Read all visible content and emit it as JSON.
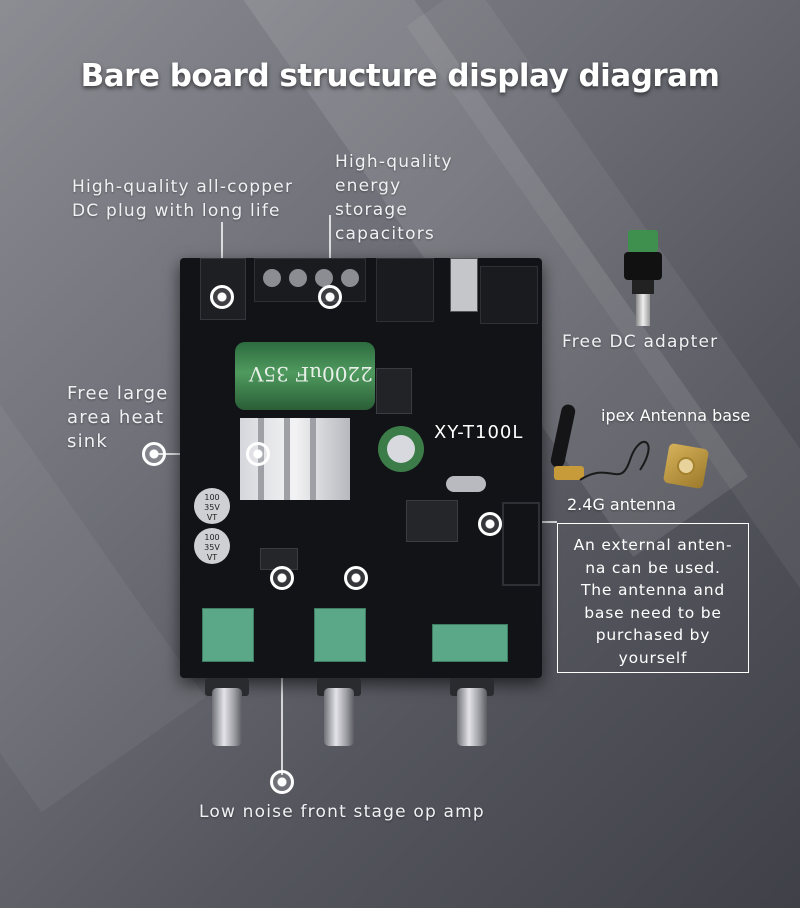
{
  "title": "Bare board structure display diagram",
  "labels": {
    "dc_plug": "High-quality all-copper\nDC plug with long life",
    "capacitors": "High-quality\nenergy\nstorage\ncapacitors",
    "heat_sink": "Free large\narea heat\nsink",
    "dc_adapter": "Free DC adapter",
    "ipex_base": "ipex Antenna base",
    "antenna": "2.4G antenna",
    "op_amp": "Low noise front stage op amp"
  },
  "infobox": "An external anten-\nna can be used.\nThe antenna and\nbase need to be\npurchased by\nyourself",
  "board_text": {
    "model": "XY-T100L",
    "cap_big": "2200uF 35V",
    "cap_small_1": "100\n35V\nVT",
    "cap_small_2": "100\n35V\nVT"
  },
  "colors": {
    "board": "#121316",
    "green_component": "#5aa888",
    "capacitor": "#3e7a4a",
    "accent_white": "#ffffff"
  }
}
